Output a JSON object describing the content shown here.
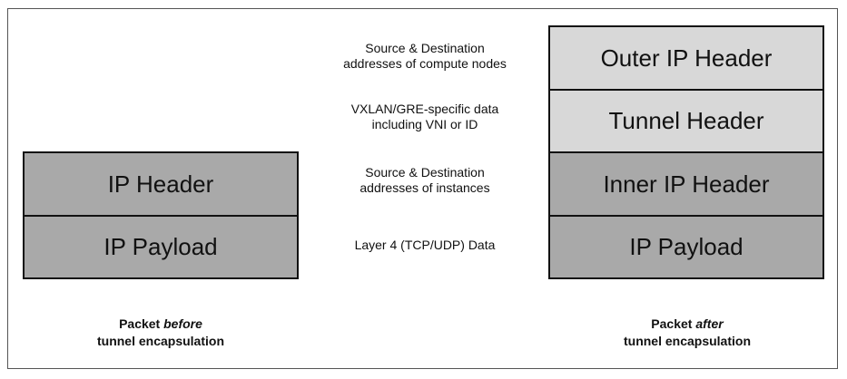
{
  "before_packet": {
    "layers": [
      "IP Header",
      "IP Payload"
    ],
    "caption": {
      "prefix": "Packet ",
      "emphasis": "before",
      "line2": "tunnel encapsulation"
    }
  },
  "after_packet": {
    "layers": [
      "Outer IP Header",
      "Tunnel Header",
      "Inner IP Header",
      "IP Payload"
    ],
    "caption": {
      "prefix": "Packet ",
      "emphasis": "after",
      "line2": "tunnel encapsulation"
    }
  },
  "descriptions": [
    {
      "line1": "Source & Destination",
      "line2": "addresses of compute nodes"
    },
    {
      "line1": "VXLAN/GRE-specific data",
      "line2": "including VNI or ID"
    },
    {
      "line1": "Source & Destination",
      "line2": "addresses of instances"
    },
    {
      "line1": "Layer 4 (TCP/UDP) Data",
      "line2": ""
    }
  ],
  "colors": {
    "dark_fill": "#a9a9a9",
    "light_fill": "#d8d8d8",
    "border": "#111111"
  }
}
